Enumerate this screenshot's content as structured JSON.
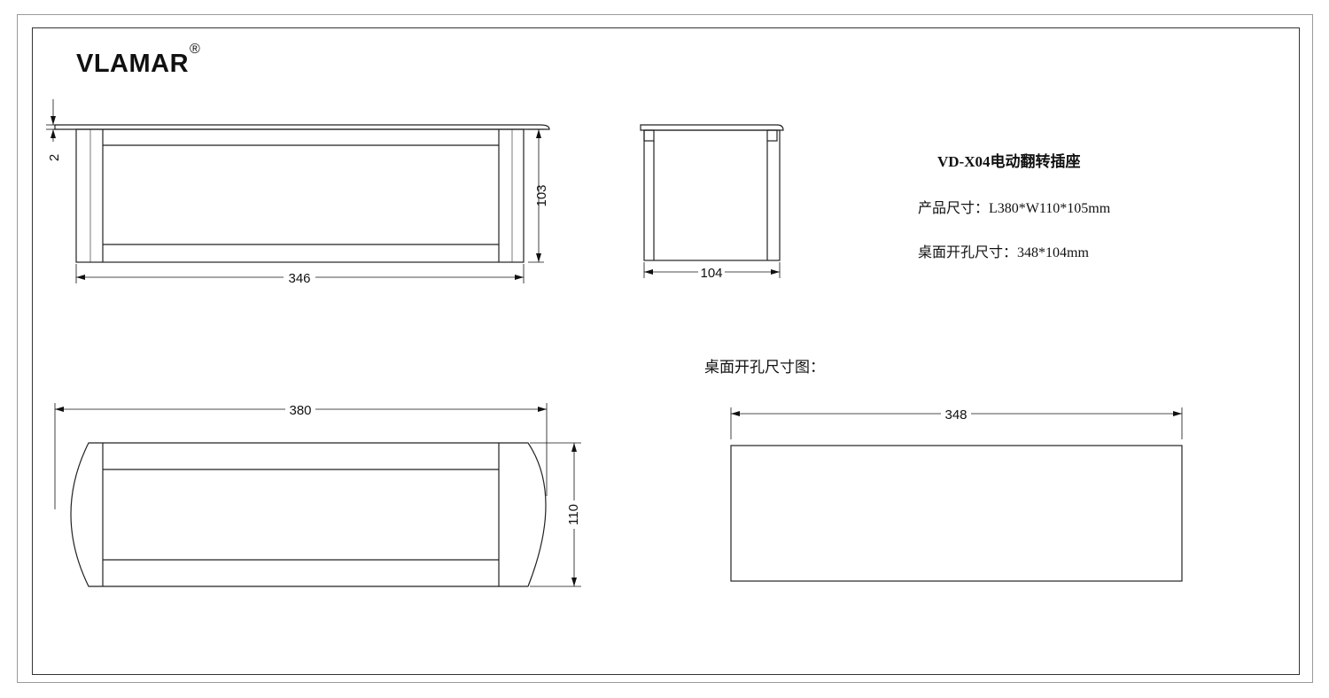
{
  "brand": {
    "name": "VLAMAR",
    "mark": "®"
  },
  "product": {
    "title": "VD-X04电动翻转插座",
    "size_spec": "产品尺寸：L380*W110*105mm",
    "cutout_spec": "桌面开孔尺寸：348*104mm"
  },
  "cutout_section_title": "桌面开孔尺寸图：",
  "dimensions": {
    "front_flange": "2",
    "front_height": "103",
    "front_width": "346",
    "side_width": "104",
    "top_length": "380",
    "top_width": "110",
    "cutout_length": "348"
  }
}
